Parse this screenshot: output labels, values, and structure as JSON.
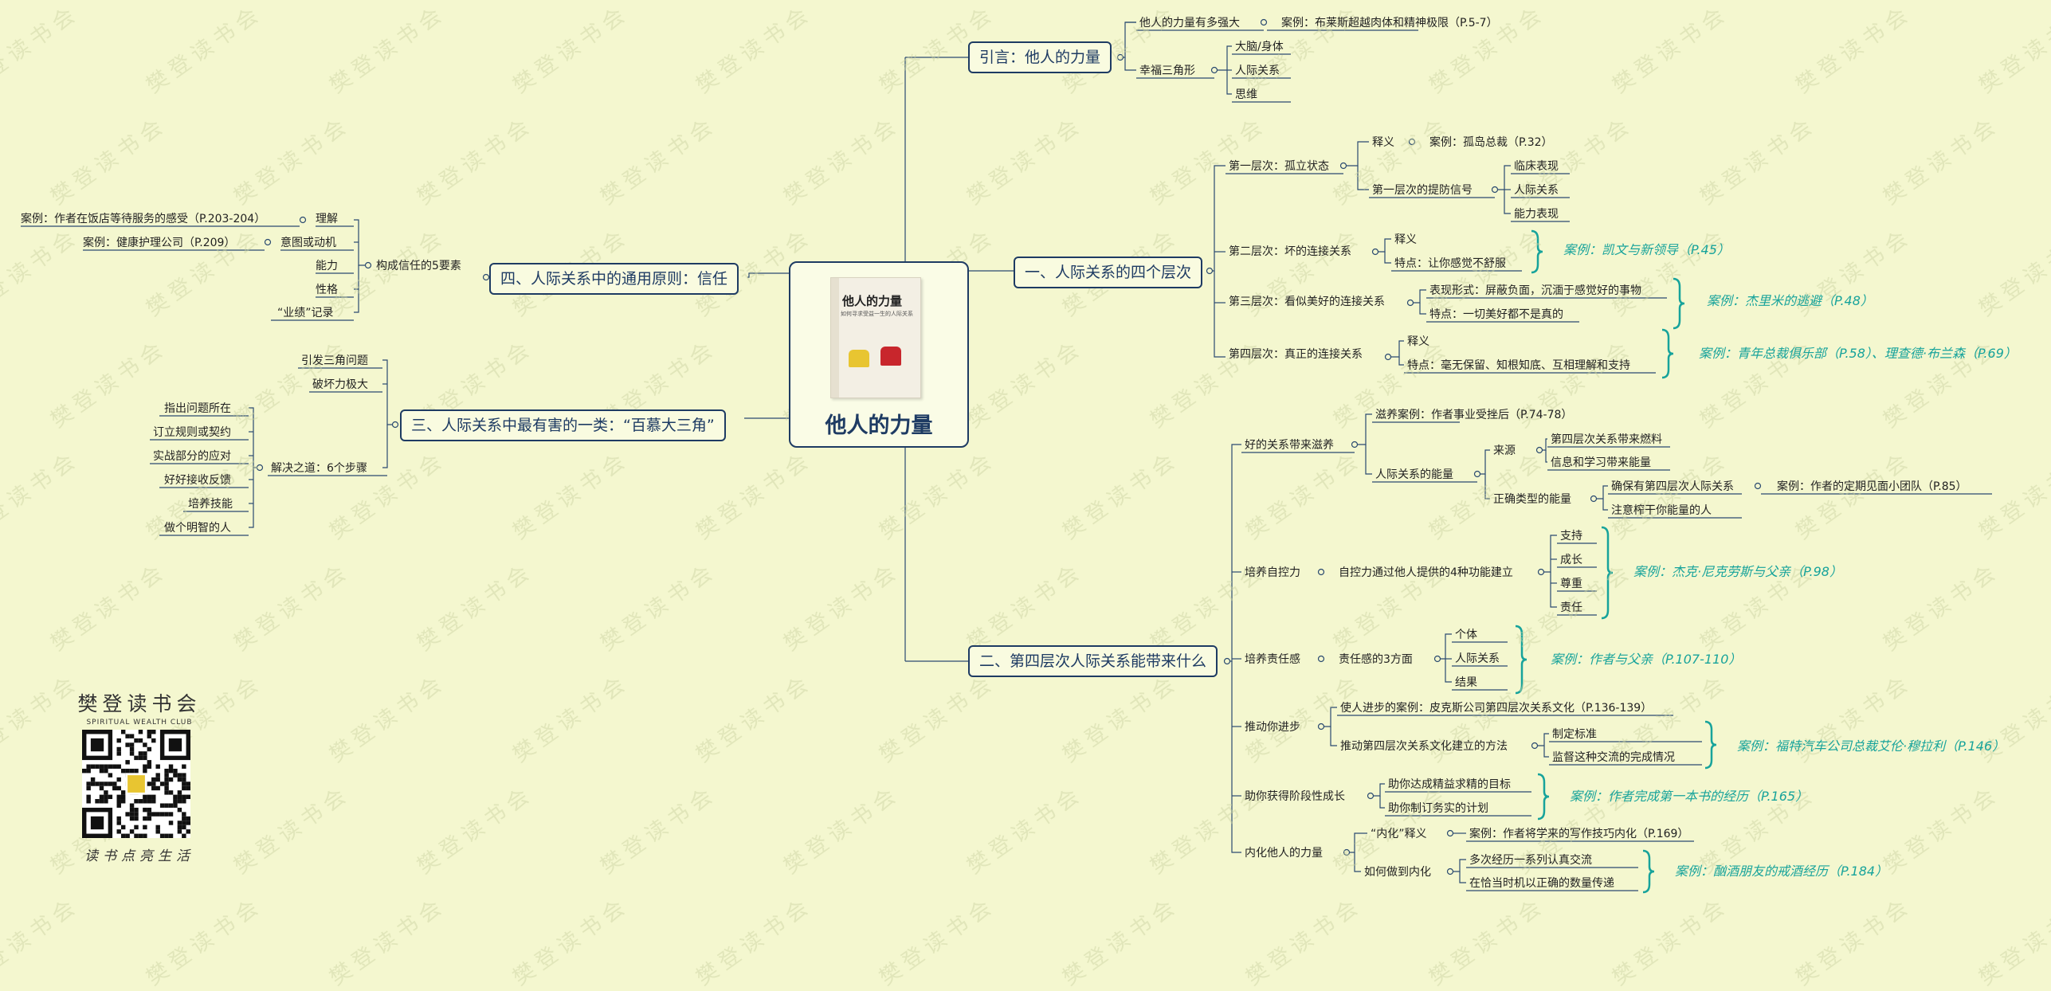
{
  "colors": {
    "line": "#2a4a70",
    "box_border": "#1e3b63",
    "case_text": "#17a39b",
    "bg": "#f4f7cf"
  },
  "center": {
    "title": "他人的力量",
    "cover_title": "他人的力量",
    "cover_subtitle": "如何寻求受益一生的人际关系"
  },
  "brand": {
    "name": "樊登读书会",
    "english": "SPIRITUAL WEALTH CLUB",
    "slogan": "读书点亮生活",
    "qr_icon": "qr-code-icon",
    "watermark": "樊登读书会"
  },
  "intro": {
    "label": "引言：他人的力量",
    "strong": {
      "label": "他人的力量有多强大",
      "case": "案例：布莱斯超越肉体和精神极限（P.5-7）"
    },
    "triangle": {
      "label": "幸福三角形",
      "items": [
        "大脑/身体",
        "人际关系",
        "思维"
      ]
    }
  },
  "levels": {
    "label": "一、人际关系的四个层次",
    "l1": {
      "label": "第一层次：孤立状态",
      "meaning": "释义",
      "meaning_case": "案例：孤岛总裁（P.32）",
      "signal": "第一层次的提防信号",
      "signals": [
        "临床表现",
        "人际关系",
        "能力表现"
      ]
    },
    "l2": {
      "label": "第二层次：坏的连接关系",
      "items": [
        "释义",
        "特点：让你感觉不舒服"
      ],
      "case": "案例：凯文与新领导（P.45）"
    },
    "l3": {
      "label": "第三层次：看似美好的连接关系",
      "items": [
        "表现形式：屏蔽负面，沉湎于感觉好的事物",
        "特点：一切美好都不是真的"
      ],
      "case": "案例：杰里米的逃避（P.48）"
    },
    "l4": {
      "label": "第四层次：真正的连接关系",
      "items": [
        "释义",
        "特点：毫无保留、知根知底、互相理解和支持"
      ],
      "case": "案例：青年总裁俱乐部（P.58）、理查德·布兰森（P.69）"
    }
  },
  "benefits": {
    "label": "二、第四层次人际关系能带来什么",
    "good": {
      "label": "好的关系带来滋养",
      "case1": "滋养案例：作者事业受挫后（P.74-78）",
      "energy": "人际关系的能量",
      "source": "来源",
      "sources": [
        "第四层次关系带来燃料",
        "信息和学习带来能量"
      ],
      "right": "正确类型的能量",
      "right_items": [
        "确保有第四层次人际关系",
        "注意榨干你能量的人"
      ],
      "right_case": "案例：作者的定期见面小团队（P.85）"
    },
    "self": {
      "label": "培养自控力",
      "sub": "自控力通过他人提供的4种功能建立",
      "items": [
        "支持",
        "成长",
        "尊重",
        "责任"
      ],
      "case": "案例：杰克·尼克劳斯与父亲（P.98）"
    },
    "resp": {
      "label": "培养责任感",
      "sub": "责任感的3方面",
      "items": [
        "个体",
        "人际关系",
        "结果"
      ],
      "case": "案例：作者与父亲（P.107-110）"
    },
    "progress": {
      "label": "推动你进步",
      "case1": "使人进步的案例：皮克斯公司第四层次关系文化（P.136-139）",
      "method": "推动第四层次关系文化建立的方法",
      "items": [
        "制定标准",
        "监督这种交流的完成情况"
      ],
      "case": "案例：福特汽车公司总裁艾伦·穆拉利（P.146）"
    },
    "stage": {
      "label": "助你获得阶段性成长",
      "items": [
        "助你达成精益求精的目标",
        "助你制订务实的计划"
      ],
      "case": "案例：作者完成第一本书的经历（P.165）"
    },
    "internal": {
      "label": "内化他人的力量",
      "meaning": "“内化”释义",
      "meaning_case": "案例：作者将学来的写作技巧内化（P.169）",
      "how": "如何做到内化",
      "items": [
        "多次经历一系列认真交流",
        "在恰当时机以正确的数量传递"
      ],
      "case": "案例：酗酒朋友的戒酒经历（P.184）"
    }
  },
  "triangle3": {
    "label": "三、人际关系中最有害的一类：“百慕大三角”",
    "items": [
      "引发三角问题",
      "破坏力极大"
    ],
    "solution": "解决之道：6个步骤",
    "steps": [
      "指出问题所在",
      "订立规则或契约",
      "实战部分的应对",
      "好好接收反馈",
      "培养技能",
      "做个明智的人"
    ]
  },
  "trust": {
    "label": "四、人际关系中的通用原则：信任",
    "factors": "构成信任的5要素",
    "items": [
      "理解",
      "意图或动机",
      "能力",
      "性格",
      "“业绩”记录"
    ],
    "case1": "案例：作者在饭店等待服务的感受（P.203-204）",
    "case2": "案例：健康护理公司（P.209）"
  }
}
